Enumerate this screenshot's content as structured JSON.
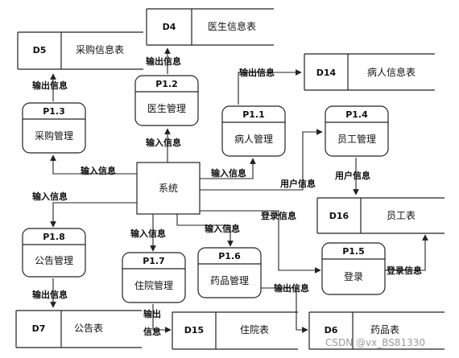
{
  "center": {
    "name": "系统"
  },
  "processes": [
    {
      "key": "p12",
      "id": "P1.2",
      "name": "医生管理"
    },
    {
      "key": "p13",
      "id": "P1.3",
      "name": "采购管理"
    },
    {
      "key": "p11",
      "id": "P1.1",
      "name": "病人管理"
    },
    {
      "key": "p14",
      "id": "P1.4",
      "name": "员工管理"
    },
    {
      "key": "p18",
      "id": "P1.8",
      "name": "公告管理"
    },
    {
      "key": "p17",
      "id": "P1.7",
      "name": "住院管理"
    },
    {
      "key": "p16",
      "id": "P1.6",
      "name": "药品管理"
    },
    {
      "key": "p15",
      "id": "P1.5",
      "name": "登录"
    }
  ],
  "stores": [
    {
      "key": "d4",
      "id": "D4",
      "name": "医生信息表"
    },
    {
      "key": "d5",
      "id": "D5",
      "name": "采购信息表"
    },
    {
      "key": "d14",
      "id": "D14",
      "name": "病人信息表"
    },
    {
      "key": "d16",
      "id": "D16",
      "name": "员工表"
    },
    {
      "key": "d7",
      "id": "D7",
      "name": "公告表"
    },
    {
      "key": "d15",
      "id": "D15",
      "name": "住院表"
    },
    {
      "key": "d6",
      "id": "D6",
      "name": "药品表"
    }
  ],
  "labels": {
    "out_d4": "输出信息",
    "out_d5": "输出信息",
    "out_d14": "输出信息",
    "in_p12": "输入信息",
    "in_p13": "输入信息",
    "in_p11": "输入信息",
    "user_out": "用户信息",
    "user_in": "用户信息",
    "in_p18": "输入信息",
    "in_p17": "输入信息",
    "in_p16": "输入信息",
    "login_out": "登录信息",
    "login_in": "登录信息",
    "out_d7": "输出信息",
    "out_d15_a": "输出",
    "out_d15_b": "信息",
    "out_d6": "输出信息"
  },
  "watermark": "CSDN @vx_BS81330"
}
